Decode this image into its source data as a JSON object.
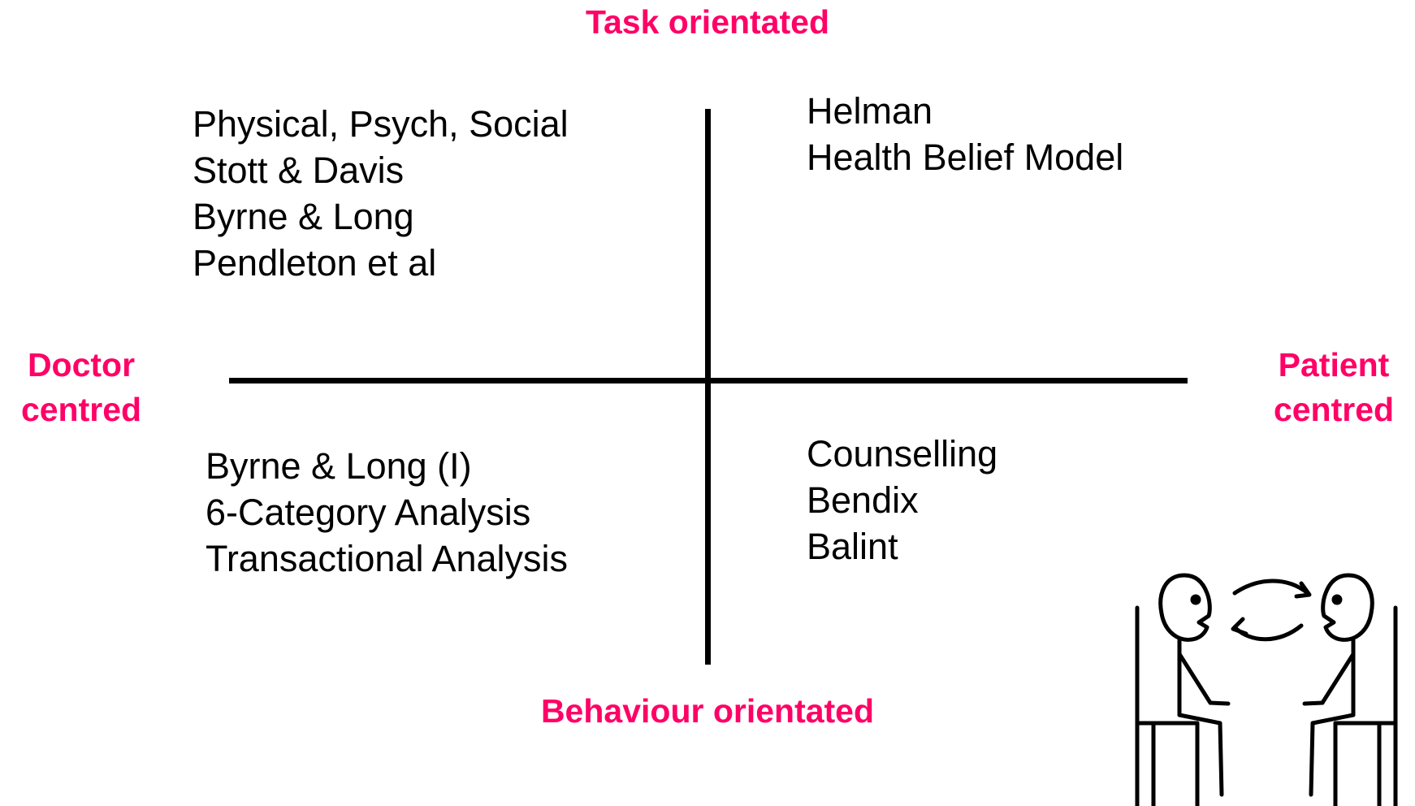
{
  "axes": {
    "top": "Task orientated",
    "bottom": "Behaviour orientated",
    "left": [
      "Doctor",
      "centred"
    ],
    "right": [
      "Patient",
      "centred"
    ]
  },
  "quadrants": {
    "top_left": [
      "Physical, Psych, Social",
      "Stott & Davis",
      "Byrne & Long",
      "Pendleton et al"
    ],
    "top_right": [
      "Helman",
      "Health Belief Model"
    ],
    "bottom_left": [
      "Byrne & Long (I)",
      "6-Category Analysis",
      "Transactional Analysis"
    ],
    "bottom_right": [
      "Counselling",
      "Bendix",
      "Balint"
    ]
  },
  "colors": {
    "accent": "#ff0066",
    "text": "#000000",
    "background": "#ffffff"
  },
  "illustration": {
    "icon": "two-people-conversation-icon"
  }
}
